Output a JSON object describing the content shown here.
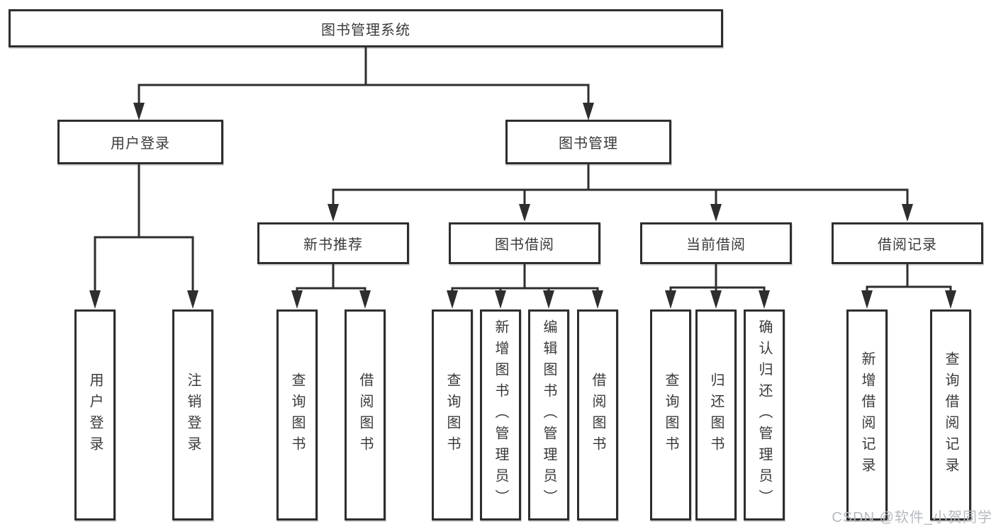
{
  "watermark": {
    "text": "CSDN @软件_小贺同学"
  },
  "colors": {
    "line": "#2e2e2e",
    "box_border": "#2e2e2e",
    "box_fill": "#ffffff",
    "text": "#3a3a3a",
    "watermark": "#b5bac1"
  },
  "tree": {
    "root": {
      "label": "图书管理系统",
      "children": [
        {
          "label": "用户登录",
          "children": [
            {
              "label": "用户登录"
            },
            {
              "label": "注销登录"
            }
          ]
        },
        {
          "label": "图书管理",
          "children": [
            {
              "label": "新书推荐",
              "children": [
                {
                  "label": "查询图书"
                },
                {
                  "label": "借阅图书"
                }
              ]
            },
            {
              "label": "图书借阅",
              "children": [
                {
                  "label": "查询图书"
                },
                {
                  "label": "新增图书（管理员）"
                },
                {
                  "label": "编辑图书（管理员）"
                },
                {
                  "label": "借阅图书"
                }
              ]
            },
            {
              "label": "当前借阅",
              "children": [
                {
                  "label": "查询图书"
                },
                {
                  "label": "归还图书"
                },
                {
                  "label": "确认归还（管理员）"
                }
              ]
            },
            {
              "label": "借阅记录",
              "children": [
                {
                  "label": "新增借阅记录"
                },
                {
                  "label": "查询借阅记录"
                }
              ]
            }
          ]
        }
      ]
    }
  }
}
